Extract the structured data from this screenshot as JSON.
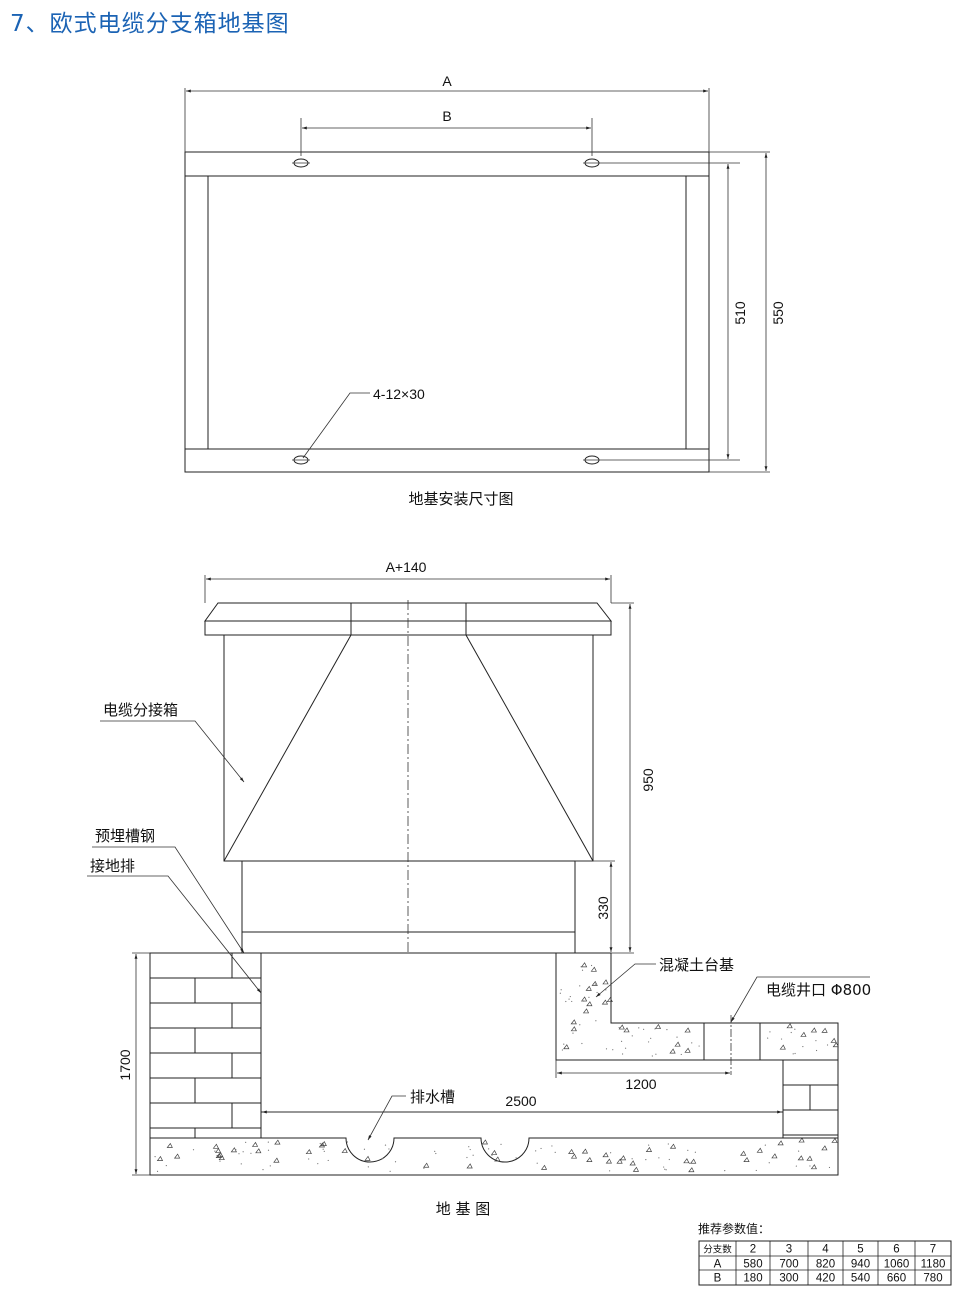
{
  "title": "7、欧式电缆分支箱地基图",
  "plan": {
    "dim_a": "A",
    "dim_b": "B",
    "dim_510": "510",
    "dim_550": "550",
    "holes_label": "4-12×30",
    "caption": "地基安装尺寸图"
  },
  "section": {
    "dim_width": "A+140",
    "dim_950": "950",
    "dim_330": "330",
    "dim_1700": "1700",
    "dim_1200": "1200",
    "dim_2500": "2500",
    "label_box": "电缆分接箱",
    "label_channel": "预埋槽钢",
    "label_ground": "接地排",
    "label_concrete": "混凝土台基",
    "label_well": "电缆井口 Φ800",
    "label_drain": "排水槽",
    "caption": "地 基 图"
  },
  "table": {
    "title": "推荐参数值：",
    "header": [
      "分支数",
      "2",
      "3",
      "4",
      "5",
      "6",
      "7"
    ],
    "rows": [
      [
        "A",
        "580",
        "700",
        "820",
        "940",
        "1060",
        "1180"
      ],
      [
        "B",
        "180",
        "300",
        "420",
        "540",
        "660",
        "780"
      ]
    ]
  },
  "colors": {
    "title": "#1b63b4",
    "line": "#222222"
  }
}
